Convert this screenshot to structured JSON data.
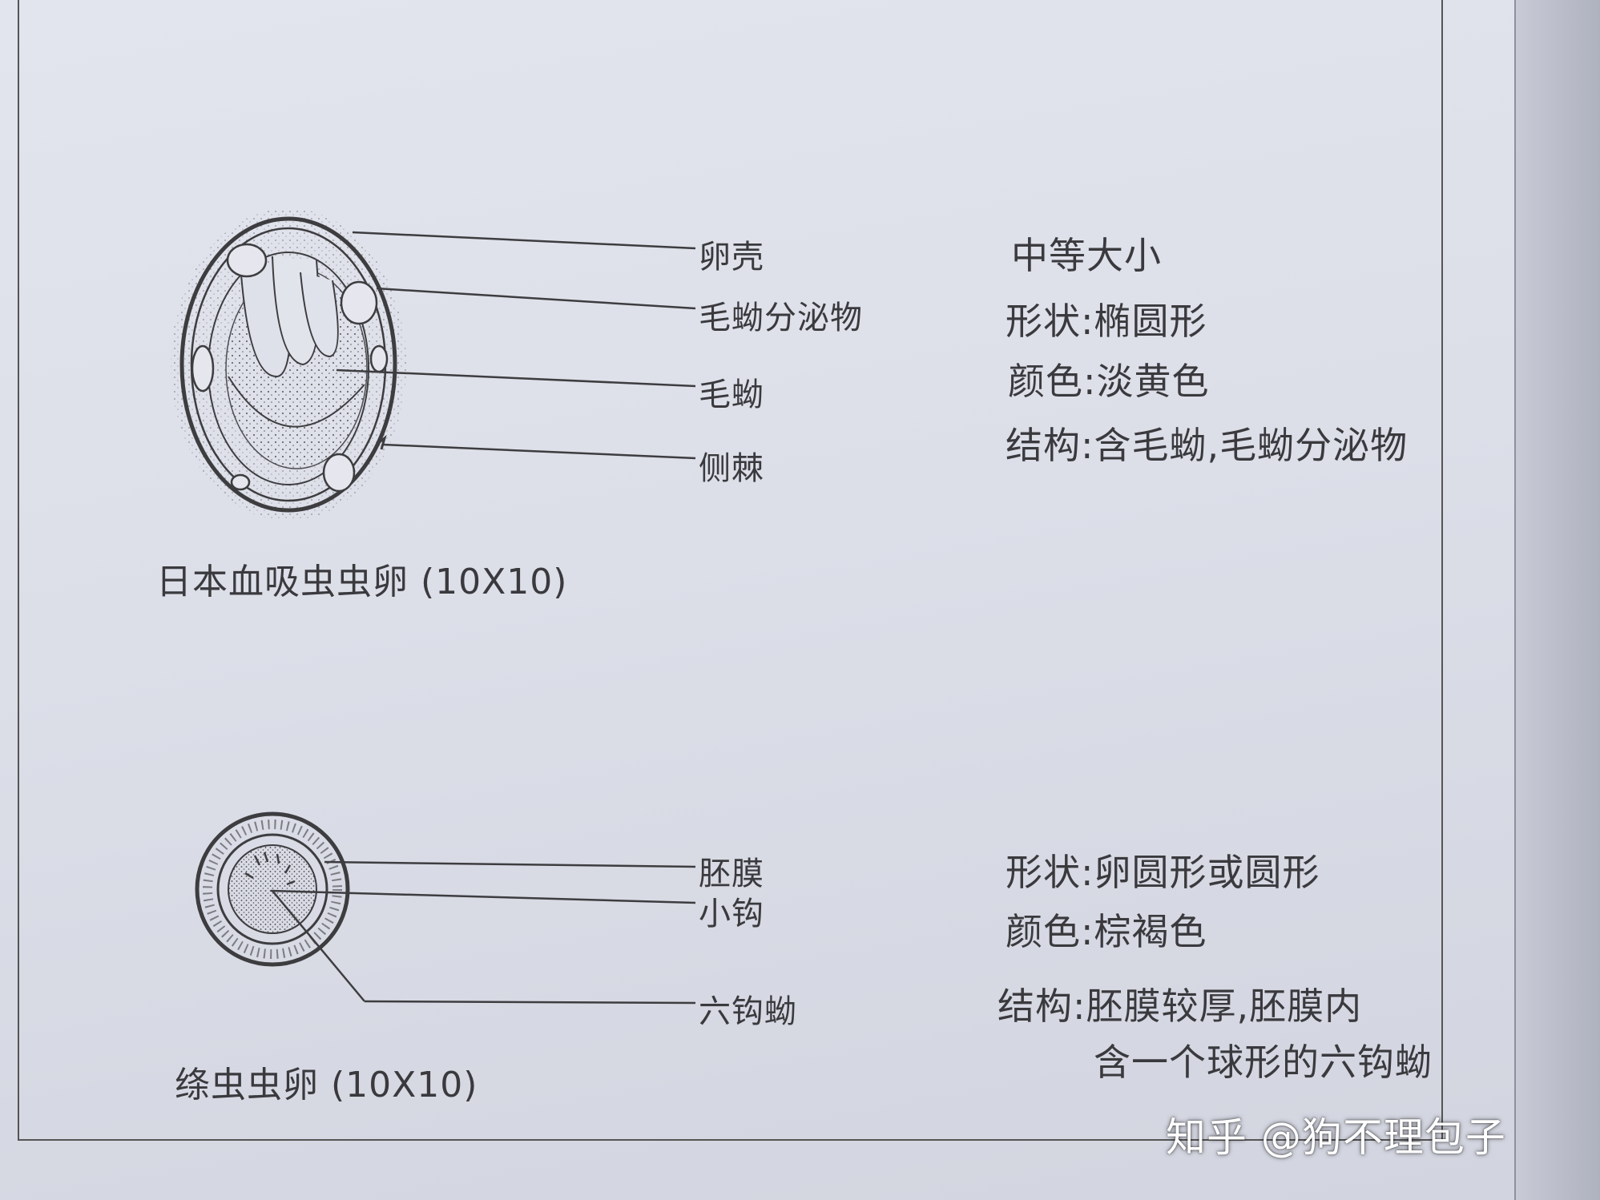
{
  "egg1": {
    "caption": "日本血吸虫虫卵 (10X10)",
    "labels": [
      "卵壳",
      "毛蚴分泌物",
      "毛蚴",
      "侧棘"
    ],
    "info": {
      "size": "中等大小",
      "shape": "形状:椭圆形",
      "color": "颜色:淡黄色",
      "structure": "结构:含毛蚴,毛蚴分泌物"
    }
  },
  "egg2": {
    "caption": "绦虫虫卵 (10X10)",
    "labels": [
      "胚膜",
      "小钩",
      "六钩蚴"
    ],
    "info": {
      "shape": "形状:卵圆形或圆形",
      "color": "颜色:棕褐色",
      "structure_line1": "结构:胚膜较厚,胚膜内",
      "structure_line2": "含一个球形的六钩蚴"
    }
  },
  "watermark": "知乎 @狗不理包子"
}
